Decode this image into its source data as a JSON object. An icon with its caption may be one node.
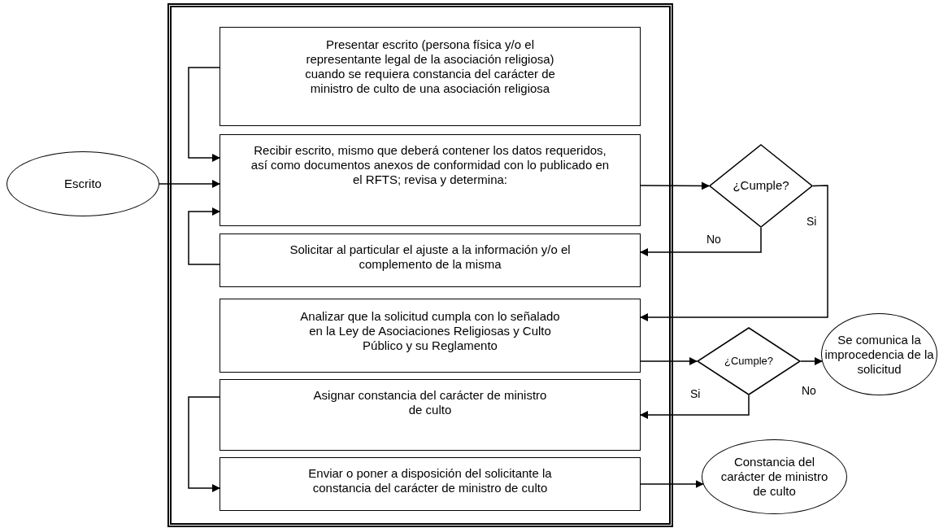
{
  "diagram": {
    "nodes": [
      {
        "text": [
          "Escrito"
        ]
      },
      {
        "text": [],
        "shape": "box"
      },
      {
        "text": [
          "Presentar escrito (persona física y/o el representante legal de la asociación religiosa) cuando se requiera constancia del carácter de ministro de culto de una asociación religiosa"
        ],
        "in": 1
      },
      {
        "text": [
          "Recibir escrito, mismo que deberá contener los datos requeridos, así como documentos anexos de conformidad con lo publicado en el RFTS; revisa y determina:"
        ],
        "in": 1
      },
      {
        "text": [
          "Solicitar al particular el ajuste a la información y/o el complemento de la misma"
        ],
        "in": 1
      },
      {
        "text": [
          "Analizar que la solicitud cumpla con lo señalado en la Ley de Asociaciones Religiosas y Culto Público y su Reglamento"
        ],
        "in": 1
      },
      {
        "text": [
          "Asignar constancia del carácter de ministro de culto"
        ],
        "in": 1
      },
      {
        "text": [
          "Enviar o poner a disposición del solicitante la constancia del carácter de ministro de culto"
        ],
        "in": 1
      },
      {
        "text": [
          "¿Cumple?"
        ]
      },
      {
        "text": [
          "¿Cumple?"
        ]
      },
      {
        "text": [
          "Se comunica la improcedencia de la solicitud"
        ]
      },
      {
        "text": [
          "Constancia del carácter de ministro de culto"
        ]
      }
    ],
    "edges": [
      {
        "from": 0,
        "to": 3,
        "arrow": "to"
      },
      {
        "from": 2,
        "to": 3,
        "arrow": "to"
      },
      {
        "from": 3,
        "to": 8,
        "arrow": "to"
      },
      {
        "from": 8,
        "to": 4,
        "arrow": "to",
        "label": "No"
      },
      {
        "from": 4,
        "to": 3,
        "arrow": "to"
      },
      {
        "from": 8,
        "to": 5,
        "arrow": "to",
        "label": "Si"
      },
      {
        "from": 5,
        "to": 9,
        "arrow": "to"
      },
      {
        "from": 9,
        "to": 10,
        "arrow": "to",
        "label": "No"
      },
      {
        "from": 9,
        "to": 6,
        "arrow": "to",
        "label": "Si"
      },
      {
        "from": 6,
        "to": 7,
        "arrow": "to"
      },
      {
        "from": 7,
        "to": 11,
        "arrow": "to"
      }
    ]
  }
}
